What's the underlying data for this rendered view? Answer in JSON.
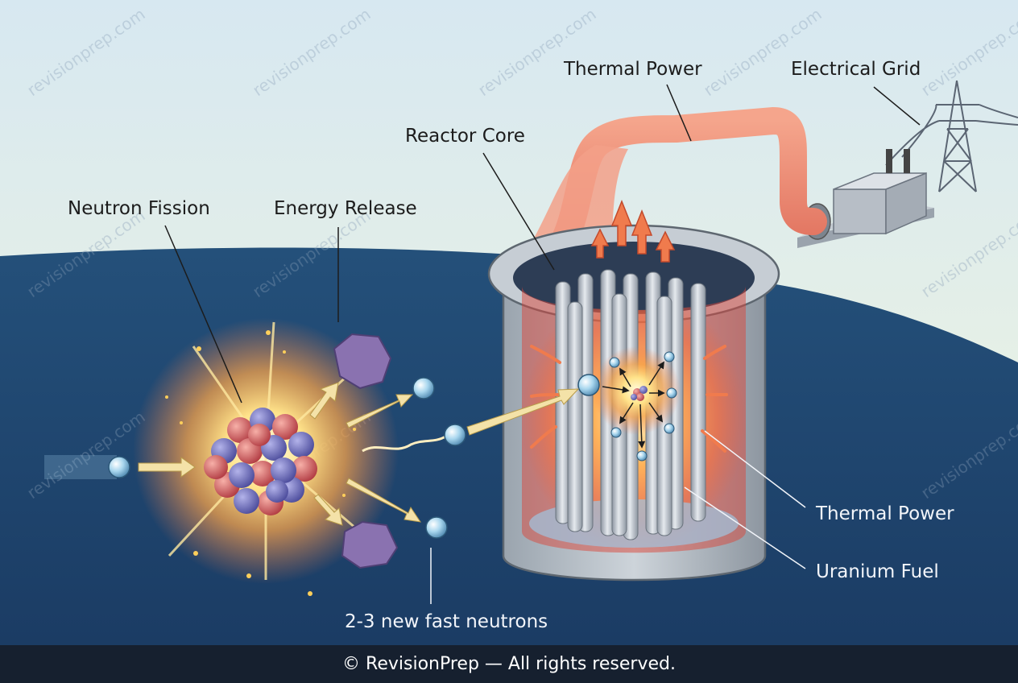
{
  "labels": {
    "neutron_fission": "Neutron Fission",
    "energy_release": "Energy Release",
    "reactor_core": "Reactor Core",
    "thermal_power_top": "Thermal Power",
    "electrical_grid": "Electrical Grid",
    "thermal_power_side": "Thermal Power",
    "uranium_fuel": "Uranium Fuel",
    "new_neutrons": "2-3 new fast neutrons"
  },
  "watermark": "revisionprep.com",
  "footer": {
    "copyright": "© RevisionPrep — All rights reserved."
  },
  "colors": {
    "sky": "#d8e8ef",
    "grass": "#cfe3c0",
    "ocean": "#1f4670",
    "footer": "#16202f",
    "heat": "#f07b4d",
    "neutron": "#9fd0ea",
    "proton": "#d2555a",
    "nucleon_neutral": "#6c6cbd",
    "fragment": "#8a72b0"
  }
}
